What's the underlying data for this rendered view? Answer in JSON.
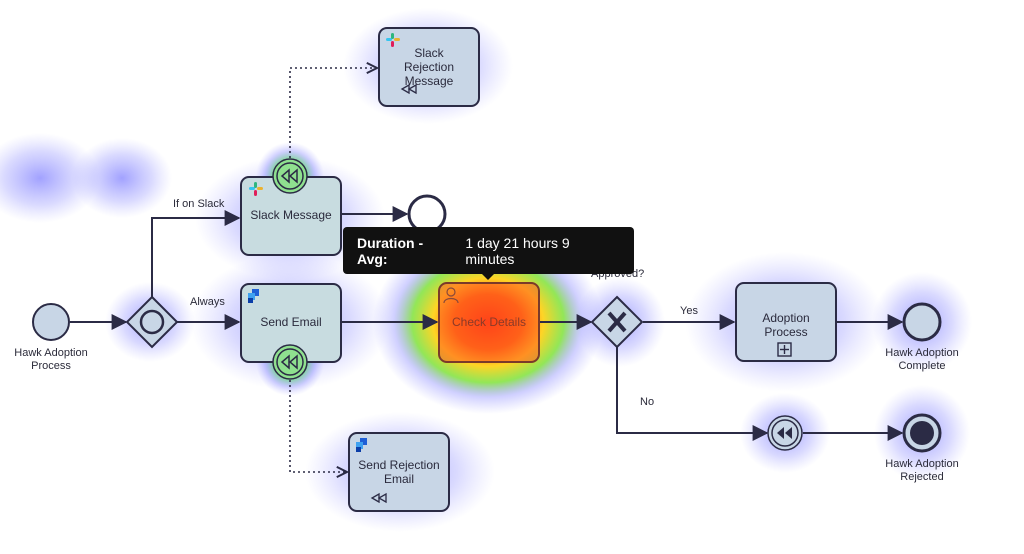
{
  "nodes": {
    "start": {
      "label": "Hawk Adoption\nProcess",
      "icon": "start-event-icon"
    },
    "gateway_inclusive": {
      "icon": "inclusive-gateway-icon"
    },
    "slack_message": {
      "label": "Slack Message",
      "icon": "slack-icon"
    },
    "send_email": {
      "label": "Send Email",
      "icon": "email-service-icon"
    },
    "slack_rejection": {
      "label": "Slack\nRejection\nMessage",
      "icon": "slack-icon"
    },
    "send_rejection_email": {
      "label": "Send Rejection\nEmail",
      "icon": "email-service-icon"
    },
    "check_details": {
      "label": "Check Details",
      "icon": "user-task-icon"
    },
    "gateway_exclusive": {
      "label": "Approved?",
      "icon": "exclusive-gateway-icon"
    },
    "adoption_process": {
      "label": "Adoption\nProcess",
      "icon": "subprocess-plus-icon"
    },
    "end_complete": {
      "label": "Hawk Adoption\nComplete"
    },
    "end_rejected": {
      "label": "Hawk Adoption\nRejected"
    },
    "compensation_throw": {
      "icon": "compensation-throw-icon"
    }
  },
  "flows": {
    "if_on_slack": "If on Slack",
    "always": "Always",
    "yes": "Yes",
    "no": "No"
  },
  "tooltip": {
    "key": "Duration - Avg:",
    "value": "1 day 21 hours 9 minutes"
  },
  "colors": {
    "stroke": "#2b2b45",
    "task_fill": "#c8d6e6",
    "heat_blue": "#5a5aff",
    "heat_green": "#22d422",
    "heat_red": "#ff3b1a",
    "tooltip_bg": "#111111"
  }
}
